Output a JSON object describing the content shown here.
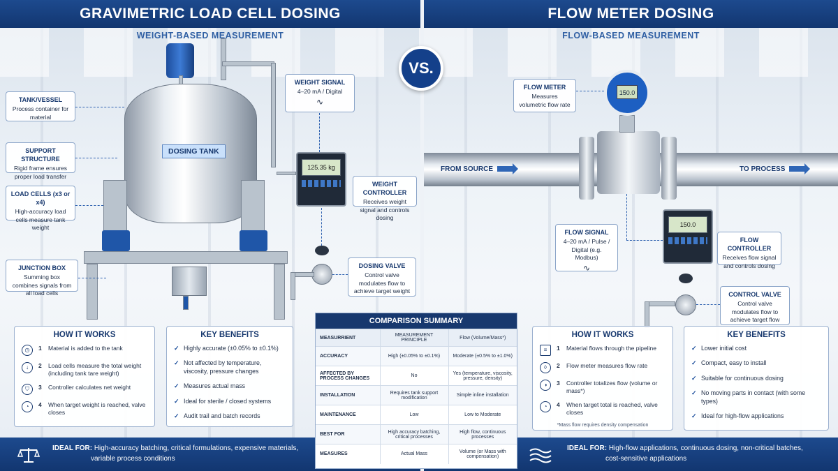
{
  "vs_label": "VS.",
  "left": {
    "title": "GRAVIMETRIC LOAD CELL DOSING",
    "subtitle": "WEIGHT-BASED MEASUREMENT",
    "tank_label": "DOSING TANK",
    "controller_display": "125.35 kg",
    "callouts": {
      "tank": {
        "title": "TANK/VESSEL",
        "text": "Process container for material"
      },
      "support": {
        "title": "SUPPORT STRUCTURE",
        "text": "Rigid frame ensures proper load transfer"
      },
      "load_cells": {
        "title": "LOAD CELLS (x3 or x4)",
        "text": "High-accuracy load cells measure tank weight"
      },
      "junction": {
        "title": "JUNCTION BOX",
        "text": "Summing box combines signals from all load cells"
      },
      "signal": {
        "title": "WEIGHT SIGNAL",
        "text": "4–20 mA / Digital"
      },
      "controller": {
        "title": "WEIGHT CONTROLLER",
        "text": "Receives weight signal and controls dosing"
      },
      "valve": {
        "title": "DOSING VALVE",
        "text": "Control valve modulates flow to achieve target weight"
      }
    },
    "how_it_works": {
      "title": "HOW IT WORKS",
      "steps": [
        {
          "num": "1",
          "text": "Material is added to the tank"
        },
        {
          "num": "2",
          "text": "Load cells measure the total weight (including tank tare weight)"
        },
        {
          "num": "3",
          "text": "Controller calculates net weight"
        },
        {
          "num": "4",
          "text": "When target weight is reached, valve closes"
        }
      ]
    },
    "key_benefits": {
      "title": "KEY BENEFITS",
      "items": [
        "Highly accurate (±0.05% to ±0.1%)",
        "Not affected by temperature, viscosity, pressure changes",
        "Measures actual mass",
        "Ideal for sterile / closed systems",
        "Audit trail and batch records"
      ]
    },
    "ideal_for": {
      "label": "IDEAL FOR:",
      "line1": "High-accuracy batching, critical formulations, expensive materials,",
      "line2": "variable process conditions"
    }
  },
  "right": {
    "title": "FLOW METER DOSING",
    "subtitle": "FLOW-BASED MEASUREMENT",
    "meter_display": "150.0",
    "controller_display": "150.0",
    "from_source": "FROM SOURCE",
    "to_process": "TO PROCESS",
    "callouts": {
      "meter": {
        "title": "FLOW METER",
        "text": "Measures volumetric flow rate"
      },
      "signal": {
        "title": "FLOW SIGNAL",
        "text": "4–20 mA / Pulse / Digital (e.g. Modbus)"
      },
      "controller": {
        "title": "FLOW CONTROLLER",
        "text": "Receives flow signal and controls dosing"
      },
      "valve": {
        "title": "CONTROL VALVE",
        "text": "Control valve modulates flow to achieve target flow total"
      }
    },
    "how_it_works": {
      "title": "HOW IT WORKS",
      "steps": [
        {
          "num": "1",
          "text": "Material flows through the pipeline"
        },
        {
          "num": "2",
          "text": "Flow meter measures flow rate"
        },
        {
          "num": "3",
          "text": "Controller totalizes flow (volume or mass*)"
        },
        {
          "num": "4",
          "text": "When target total is reached, valve closes"
        }
      ],
      "note": "*Mass flow requires density compensation"
    },
    "key_benefits": {
      "title": "KEY BENEFITS",
      "items": [
        "Lower initial cost",
        "Compact, easy to install",
        "Suitable for continuous dosing",
        "No moving parts in contact (with some types)",
        "Ideal for high-flow applications"
      ]
    },
    "ideal_for": {
      "label": "IDEAL FOR:",
      "line1": "High-flow applications, continuous dosing, non-critical batches,",
      "line2": "cost-sensitive applications"
    }
  },
  "comparison": {
    "title": "COMPARISON SUMMARY",
    "header": [
      "MEASURRIENT",
      "MEASUREMENT PRINCIPLE",
      "Flow (Volume/Mass*)"
    ],
    "rows": [
      [
        "ACCURACY",
        "High (±0.05% to ±0.1%)",
        "Moderate (±0.5% to ±1.0%)"
      ],
      [
        "AFFECTED BY PROCESS CHANGES",
        "No",
        "Yes (temperature, viscosity, pressure, density)"
      ],
      [
        "INSTALLATION",
        "Requires tank support modification",
        "Simple inline installation"
      ],
      [
        "MAINTENANCE",
        "Low",
        "Low to Moderate"
      ],
      [
        "BEST FOR",
        "High accuracy batching, critical processes",
        "High flow, continuous processes"
      ],
      [
        "MEASURES",
        "Actual Mass",
        "Volume (or Mass with compensation)"
      ]
    ]
  }
}
